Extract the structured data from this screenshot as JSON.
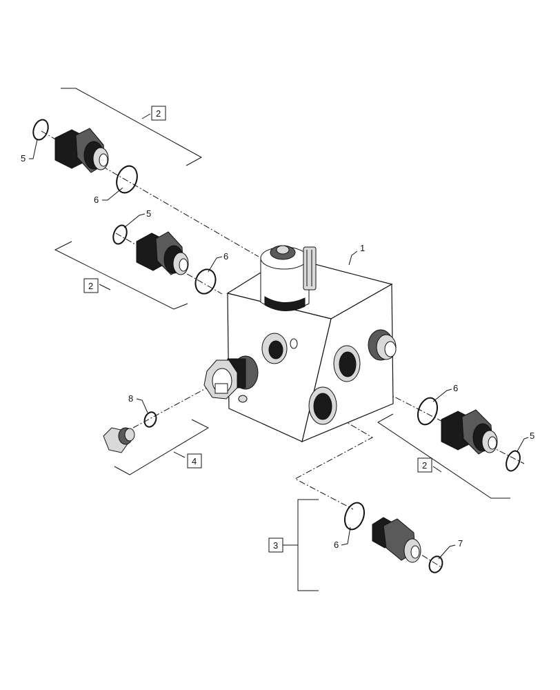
{
  "diagram": {
    "callouts": {
      "valve_block": "1",
      "fitting_top_left": "2",
      "fitting_mid_left": "2",
      "fitting_right": "2",
      "fitting_bottom": "3",
      "plug_kit": "4",
      "oring_5_a": "5",
      "oring_5_b": "5",
      "oring_5_c": "5",
      "oring_6_a": "6",
      "oring_6_b": "6",
      "oring_6_c": "6",
      "oring_6_d": "6",
      "oring_7": "7",
      "oring_8": "8"
    },
    "icons": [
      "valve-block-icon",
      "solenoid-icon",
      "fitting-icon",
      "o-ring-icon",
      "plug-icon",
      "knob-icon"
    ]
  }
}
